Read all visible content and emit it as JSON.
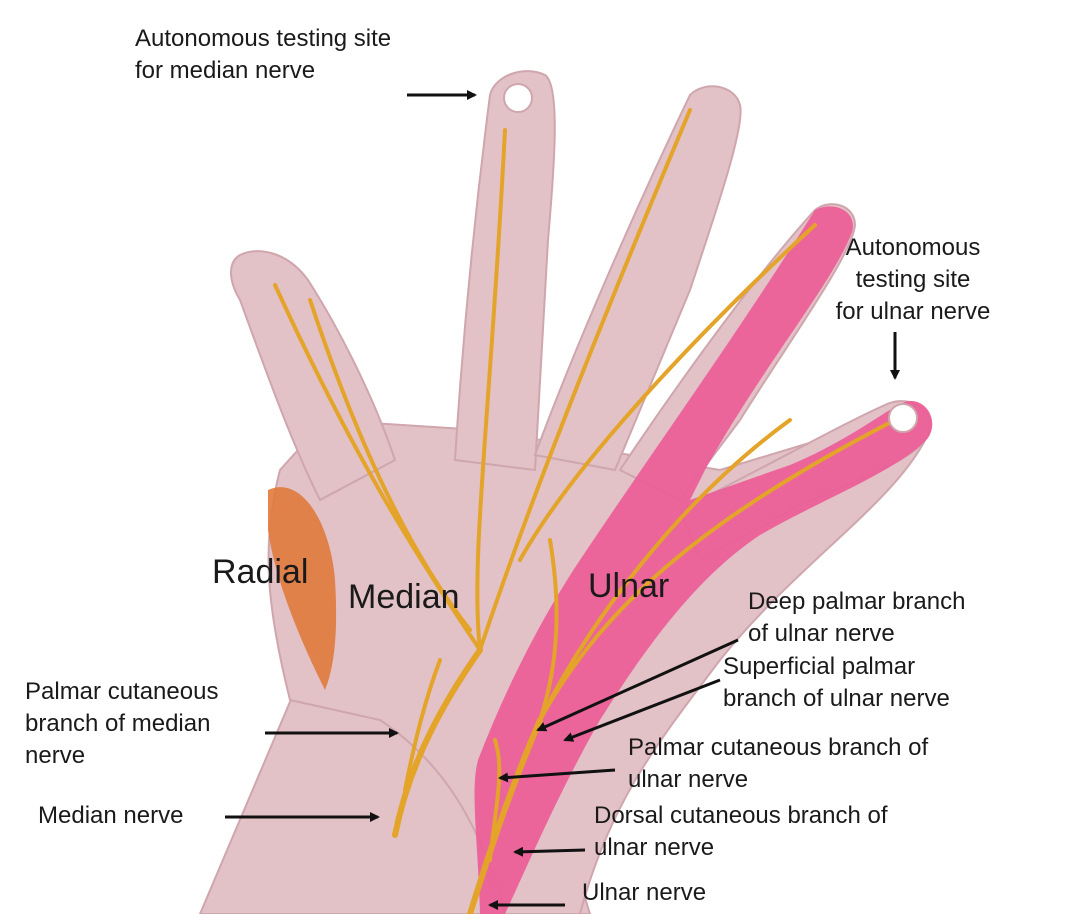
{
  "regions": {
    "radial": "Radial",
    "median": "Median",
    "ulnar": "Ulnar"
  },
  "labels": {
    "median_testing_site": "Autonomous testing site\nfor median nerve",
    "ulnar_testing_site": "Autonomous\ntesting site\nfor ulnar nerve",
    "deep_palmar_branch": "Deep palmar branch\nof ulnar nerve",
    "superficial_palmar_branch": "Superficial palmar\nbranch of ulnar nerve",
    "palmar_cutaneous_median": "Palmar cutaneous\nbranch of median\nnerve",
    "palmar_cutaneous_ulnar": "Palmar cutaneous branch of\nulnar nerve",
    "median_nerve": "Median nerve",
    "dorsal_cutaneous_ulnar": "Dorsal cutaneous branch of\nulnar nerve",
    "ulnar_nerve": "Ulnar nerve"
  },
  "colors": {
    "skin": "#e2c2c7",
    "skin_edge": "#cfa6ad",
    "radial_area": "#e07a3c",
    "ulnar_area": "#ec5d96",
    "nerve": "#e3a429",
    "arrow": "#111111",
    "testing_site_dot": "#ffffff"
  }
}
